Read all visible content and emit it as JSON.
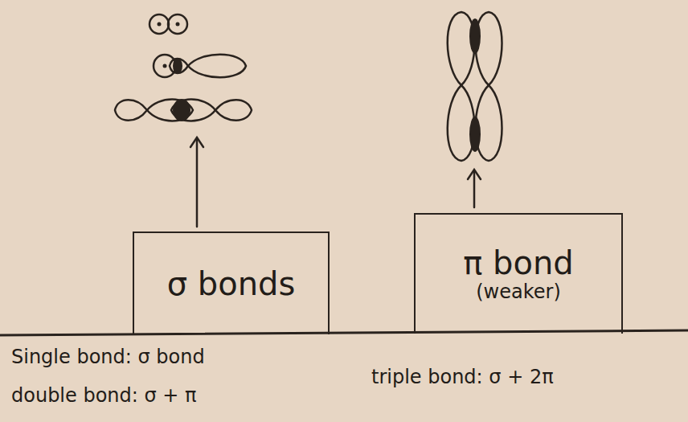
{
  "diagram": {
    "nodes": [
      {
        "text": [
          "σ bonds"
        ]
      },
      {
        "text": [
          "π bond",
          "(weaker)"
        ]
      }
    ],
    "labels": [
      "Single bond: σ bond",
      "double bond: σ + π",
      "triple bond: σ + 2π"
    ]
  }
}
